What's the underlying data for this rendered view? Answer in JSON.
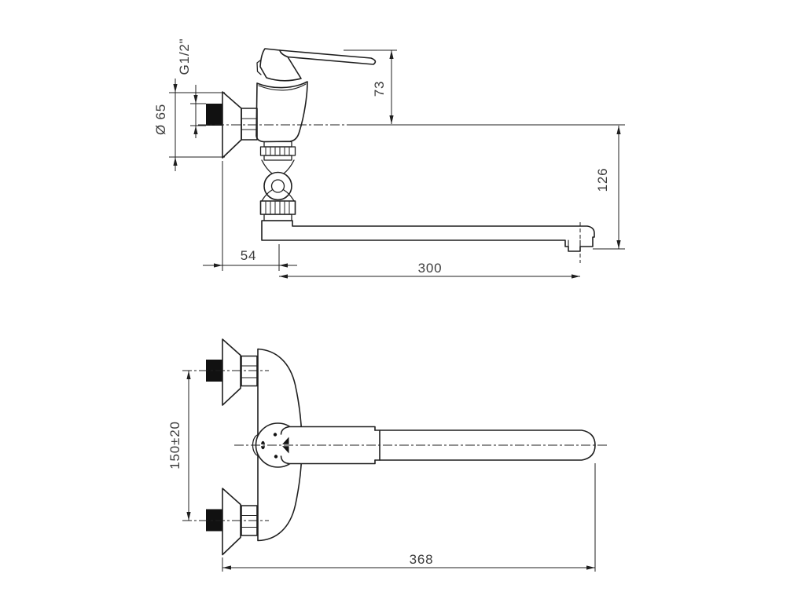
{
  "drawing": {
    "kind": "technical-dimension-drawing",
    "colors": {
      "line": "#1f1f1f",
      "fill_solid": "#111111",
      "text": "#3c3c3c",
      "background": "#ffffff"
    },
    "dims": {
      "thread": "G1/2\"",
      "flange_diameter": "Ø 65",
      "handle_height": "73",
      "spout_drop": "126",
      "wall_offset": "54",
      "spout_reach": "300",
      "inlet_spacing": "150±20",
      "overall_length": "368"
    }
  }
}
